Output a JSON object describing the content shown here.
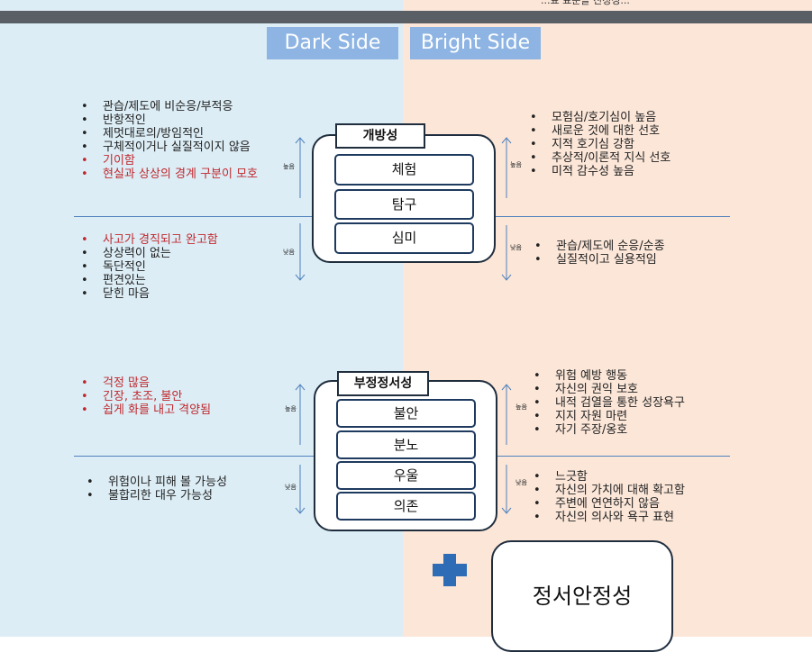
{
  "top_text": "...표 표준을 진정성...",
  "tabs": {
    "dark": "Dark Side",
    "bright": "Bright Side"
  },
  "openness": {
    "title": "개방성",
    "facets": [
      "체험",
      "탐구",
      "심미"
    ],
    "high_label": "높음",
    "low_label": "낮음",
    "dark_high": [
      {
        "text": "관습/제도에 비순응/부적응",
        "red": false
      },
      {
        "text": "반항적인",
        "red": false
      },
      {
        "text": "제멋대로의/방임적인",
        "red": false
      },
      {
        "text": "구체적이거나 실질적이지 않음",
        "red": false
      },
      {
        "text": "기이함",
        "red": true
      },
      {
        "text": "현실과 상상의 경계 구분이 모호",
        "red": true
      }
    ],
    "dark_low": [
      {
        "text": "사고가 경직되고 완고함",
        "red": true
      },
      {
        "text": "상상력이 없는",
        "red": false
      },
      {
        "text": "독단적인",
        "red": false
      },
      {
        "text": "편견있는",
        "red": false
      },
      {
        "text": "닫힌 마음",
        "red": false
      }
    ],
    "bright_high": [
      {
        "text": "모험심/호기심이 높음"
      },
      {
        "text": "새로운 것에 대한 선호"
      },
      {
        "text": "지적 호기심 강함"
      },
      {
        "text": "추상적/이론적 지식 선호"
      },
      {
        "text": "미적 감수성 높음"
      }
    ],
    "bright_low": [
      {
        "text": "관습/제도에 순응/순종"
      },
      {
        "text": "실질적이고 실용적임"
      }
    ]
  },
  "neuroticism": {
    "title": "부정정서성",
    "facets": [
      "불안",
      "분노",
      "우울",
      "의존"
    ],
    "high_label": "높음",
    "low_label": "낮음",
    "dark_high": [
      {
        "text": "걱정 많음",
        "red": true
      },
      {
        "text": "긴장, 초조, 불안",
        "red": true
      },
      {
        "text": "쉽게 화를 내고 격양됨",
        "red": true
      }
    ],
    "dark_low": [
      {
        "text": "위험이나 피해 볼 가능성",
        "red": false
      },
      {
        "text": "불합리한 대우 가능성",
        "red": false
      }
    ],
    "bright_high": [
      {
        "text": "위험 예방 행동"
      },
      {
        "text": "자신의 권익 보호"
      },
      {
        "text": "내적 검열을 통한 성장욕구"
      },
      {
        "text": "지지 자원 마련"
      },
      {
        "text": "자기 주장/옹호"
      }
    ],
    "bright_low": [
      {
        "text": "느긋함"
      },
      {
        "text": "자신의 가치에 대해 확고함"
      },
      {
        "text": "주변에 연연하지 않음"
      },
      {
        "text": "자신의 의사와 욕구 표현"
      }
    ]
  },
  "stability": {
    "label": "정서안정성"
  },
  "colors": {
    "left_bg": "#dcedf5",
    "right_bg": "#fbe6d8",
    "tab": "#8eb4e3",
    "line": "#4f81bd",
    "red": "#c0282e",
    "plus": "#2e6cb5"
  }
}
